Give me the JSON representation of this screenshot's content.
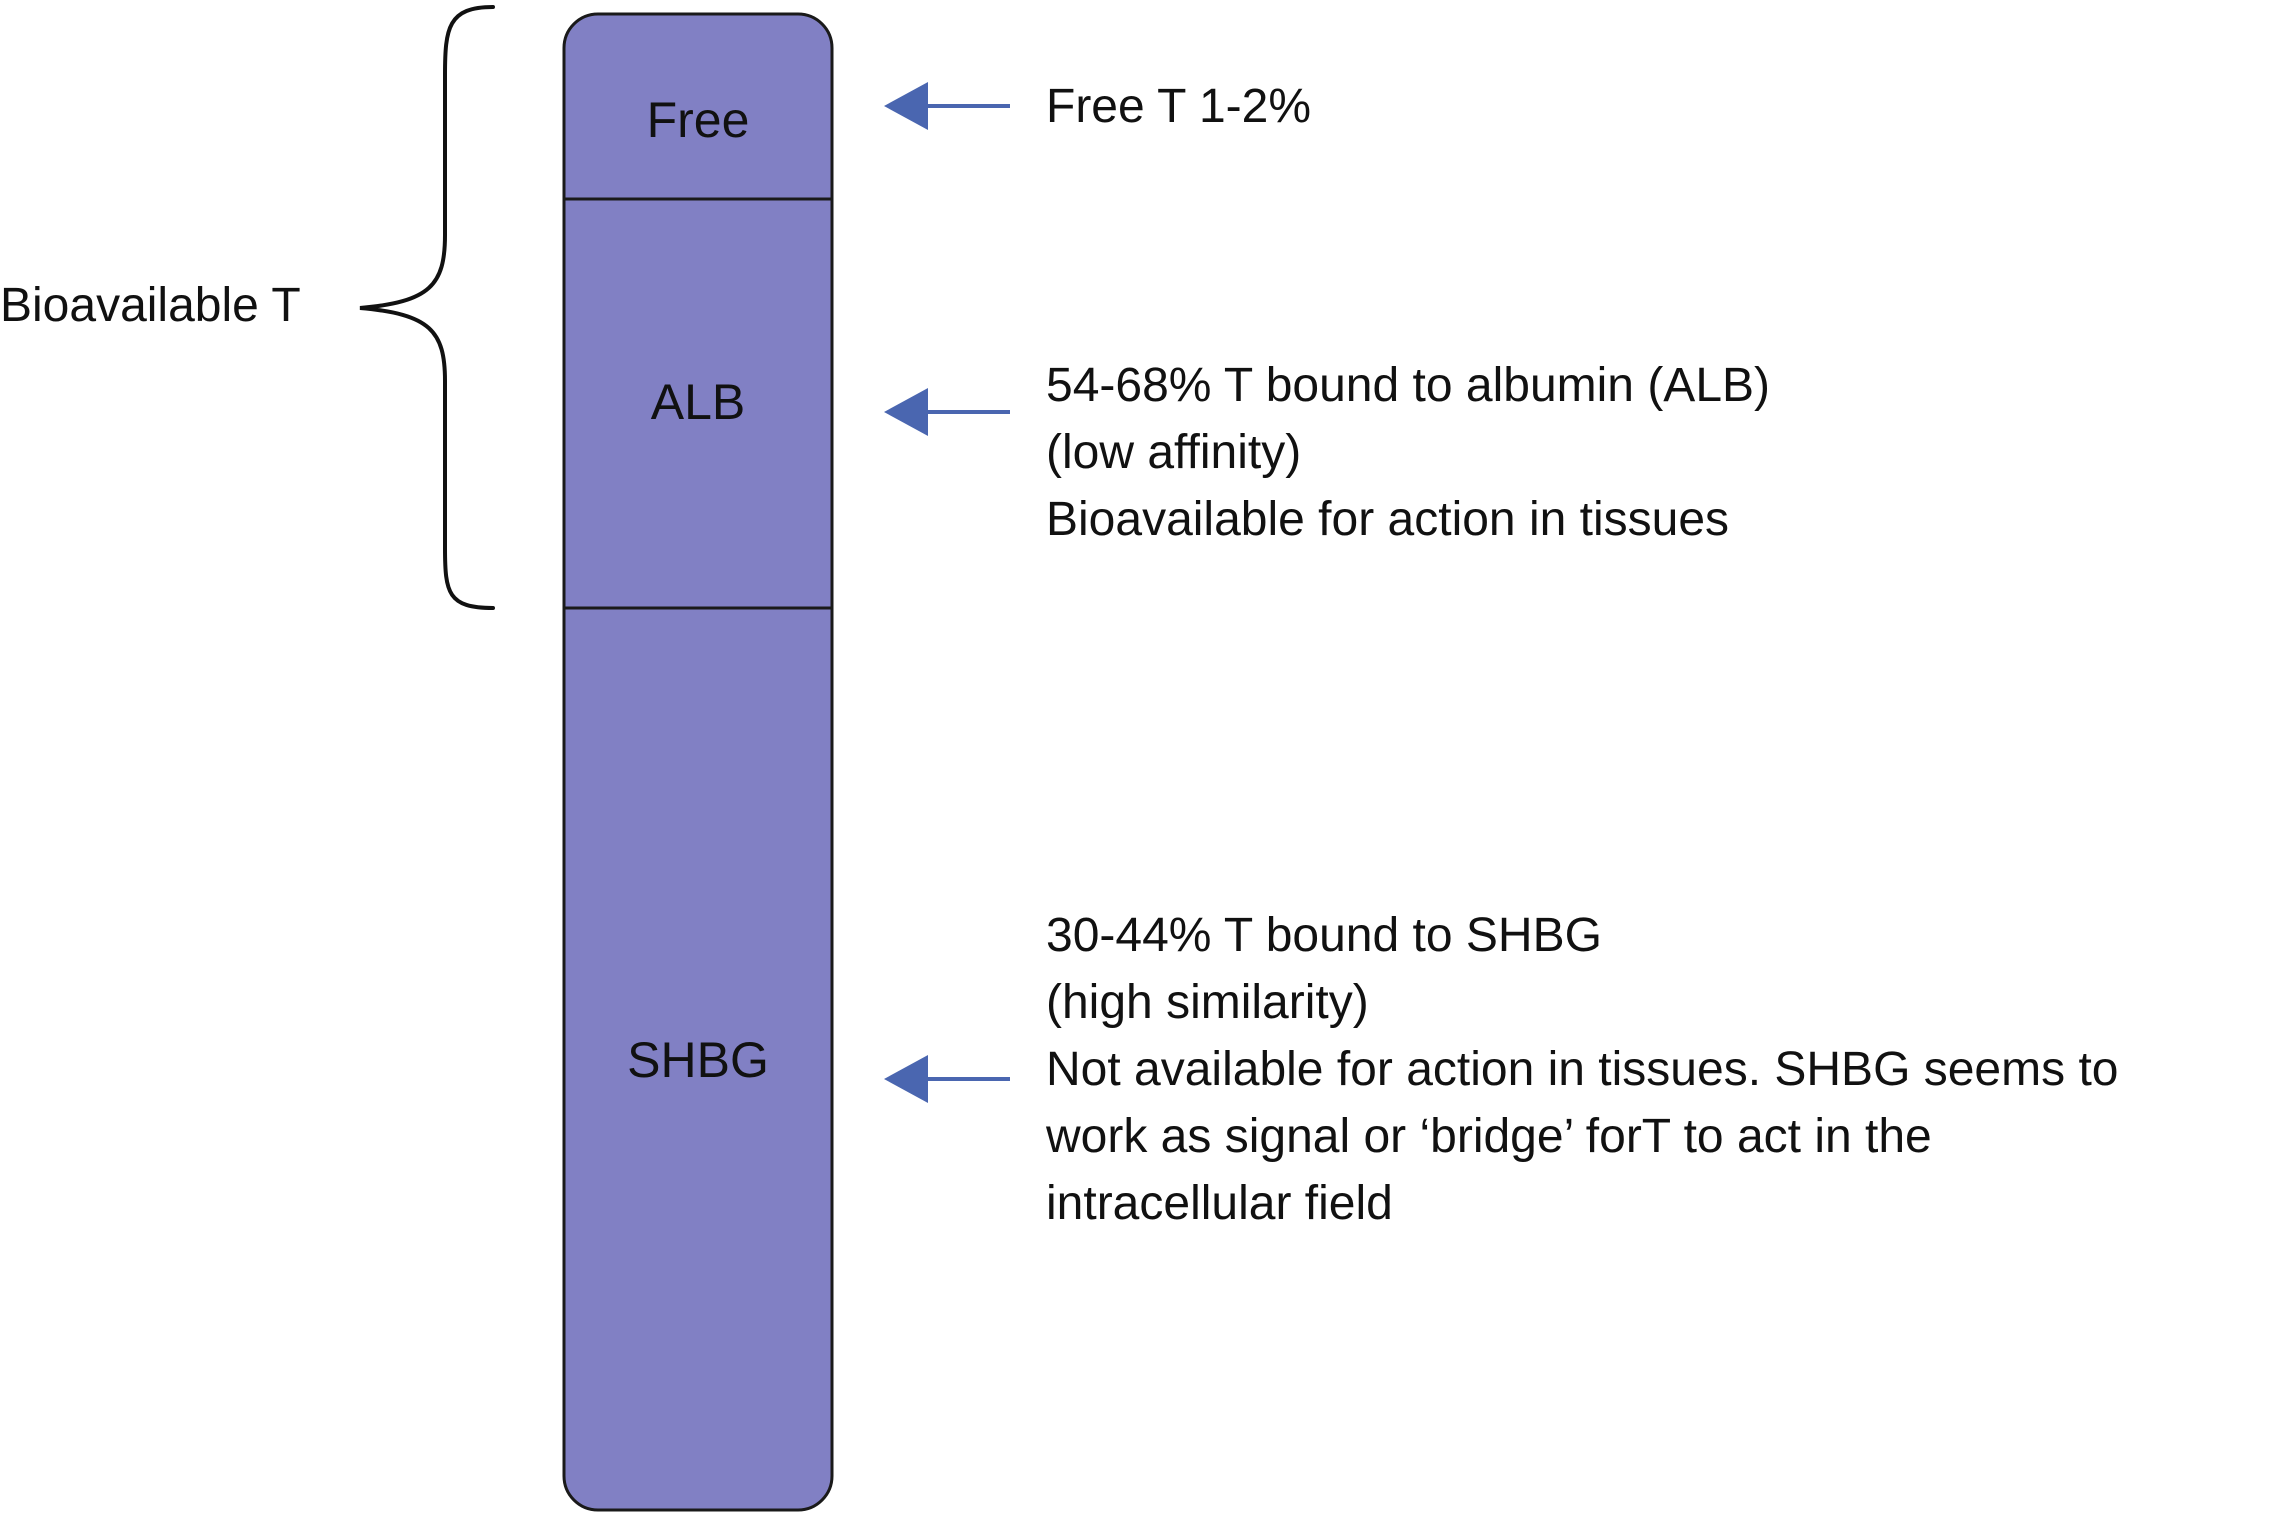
{
  "colors": {
    "column_fill": "#8180c4",
    "column_stroke": "#1a1a1a",
    "arrow": "#4a66b0",
    "text": "#111111"
  },
  "bracket": {
    "label": "Bioavailable T"
  },
  "segments": [
    {
      "label": "Free",
      "description": [
        "Free T 1-2%"
      ]
    },
    {
      "label": "ALB",
      "description": [
        "54-68% T bound to albumin (ALB)",
        "(low affinity)",
        "Bioavailable for action in tissues"
      ]
    },
    {
      "label": "SHBG",
      "description": [
        "30-44% T bound to SHBG",
        "(high similarity)",
        "Not available for action in tissues. SHBG seems to",
        "work as signal or ‘bridge’ forT to act in the",
        "intracellular field"
      ]
    }
  ]
}
